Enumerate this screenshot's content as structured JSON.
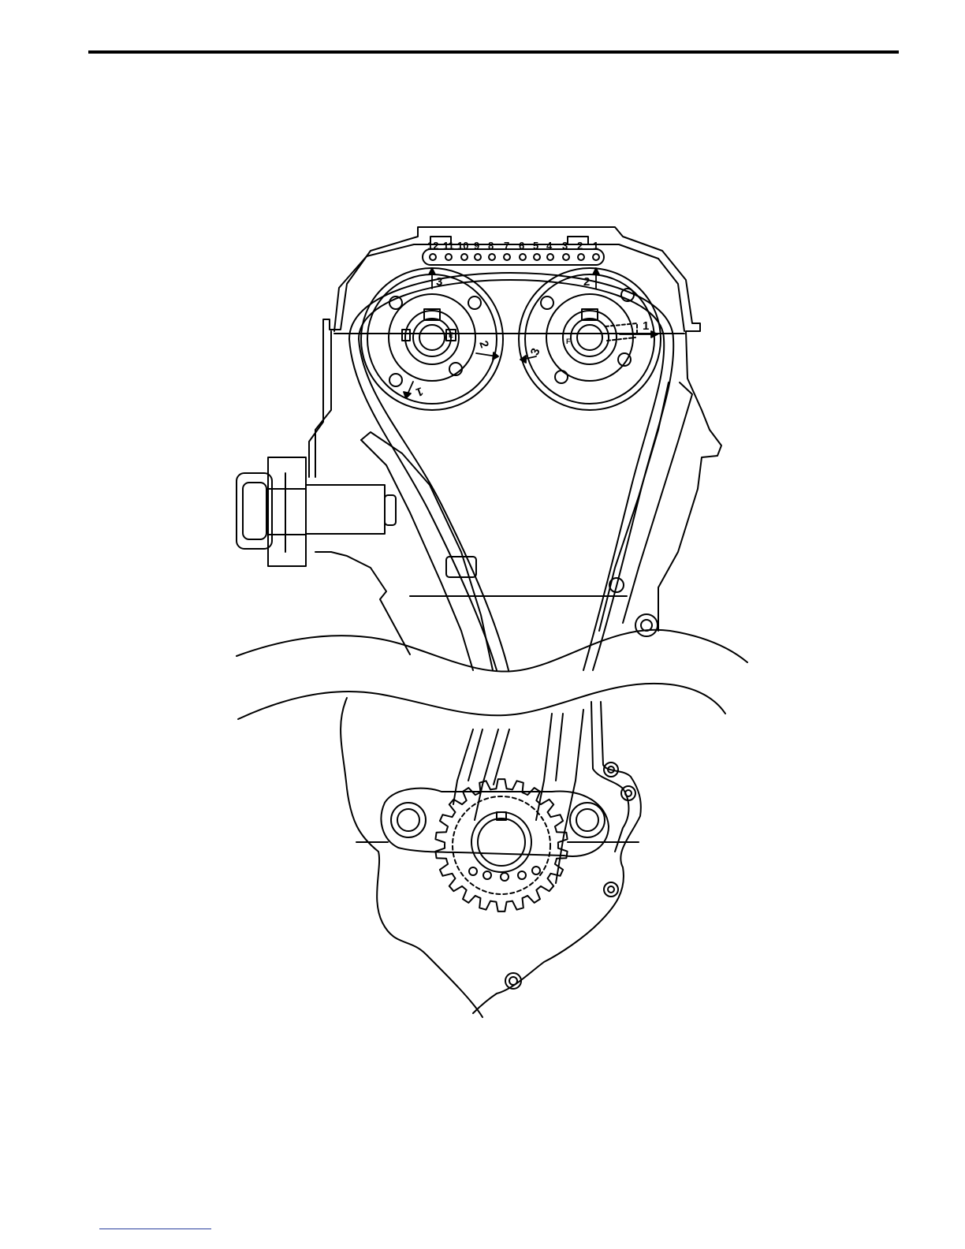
{
  "figure": {
    "chain_pin_numbers": [
      "12",
      "11",
      "10",
      "9",
      "8",
      "7",
      "6",
      "5",
      "4",
      "3",
      "2",
      "1"
    ],
    "arrow_labels": {
      "intake_top": "3",
      "exhaust_top": "2",
      "exhaust_side": "1",
      "intake_side": "2",
      "intake_lower": "1",
      "exhaust_lower": "3"
    },
    "sprocket_marks": {
      "intake_letter": "E",
      "exhaust_letter": "F"
    }
  },
  "colors": {
    "line": "#000000",
    "footer_rule": "#2a3f9e"
  }
}
